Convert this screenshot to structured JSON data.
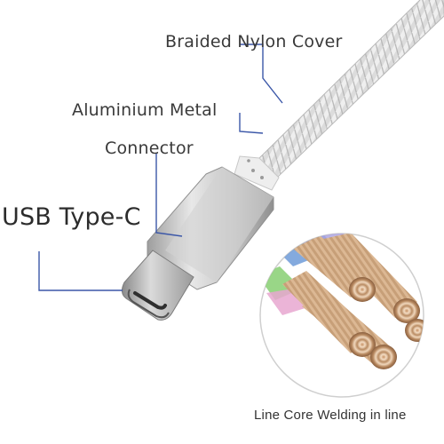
{
  "labels": {
    "braided_nylon_cover": "Braided Nylon Cover",
    "aluminium_metal": "Aluminium Metal",
    "connector": "Connector",
    "usb_type_c": "USB Type-C",
    "line_core": "Line Core Welding in line"
  },
  "colors": {
    "callout_line": "#3b57a8",
    "text": "#3a3a3a",
    "braid_light": "#e6e6e6",
    "braid_dark": "#a9a9a9",
    "aluminium": "#c9c9c9",
    "copper": "#d9b48e",
    "core_blue": "#6f9bd8",
    "core_green": "#8ed27a",
    "core_pink": "#e7a7d0",
    "core_purple": "#a9a0e0"
  }
}
